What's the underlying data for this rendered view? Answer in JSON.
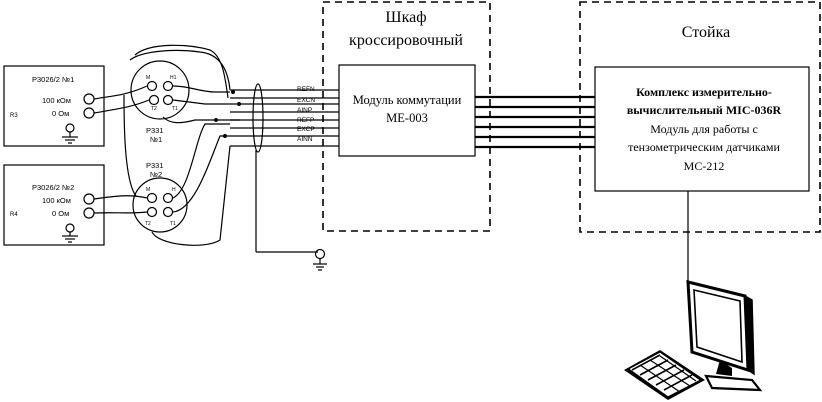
{
  "cabinet": {
    "title_line1": "Шкаф",
    "title_line2": "кроссировочный"
  },
  "rack": {
    "title": "Стойка"
  },
  "module": {
    "line1": "Модуль коммутации",
    "line2": "МЕ-003"
  },
  "complex": {
    "line1": "Комплекс измерительно-",
    "line2": "вычислительный МIС-036R",
    "line3": "Модуль для работы с",
    "line4": "тензометрическим датчиками",
    "line5": "МС-212"
  },
  "r1": {
    "title": "Р3026/2 №1",
    "label_100": "100 кОм",
    "label_0": "0 Ом",
    "tag": "R3"
  },
  "r2": {
    "title": "Р3026/2 №2",
    "label_100": "100 кОм",
    "label_0": "0 Ом",
    "tag": "R4"
  },
  "p1": {
    "line1": "Р331",
    "line2": "№1",
    "pins": [
      "М",
      "Н1",
      "Т2",
      "Т1"
    ]
  },
  "p2": {
    "line1": "Р331",
    "line2": "№2",
    "pins": [
      "М",
      "Н",
      "Т2",
      "Т1"
    ]
  },
  "signals": [
    "REFN",
    "EXCN",
    "AINP",
    "REFP",
    "EXCP",
    "AINN"
  ]
}
